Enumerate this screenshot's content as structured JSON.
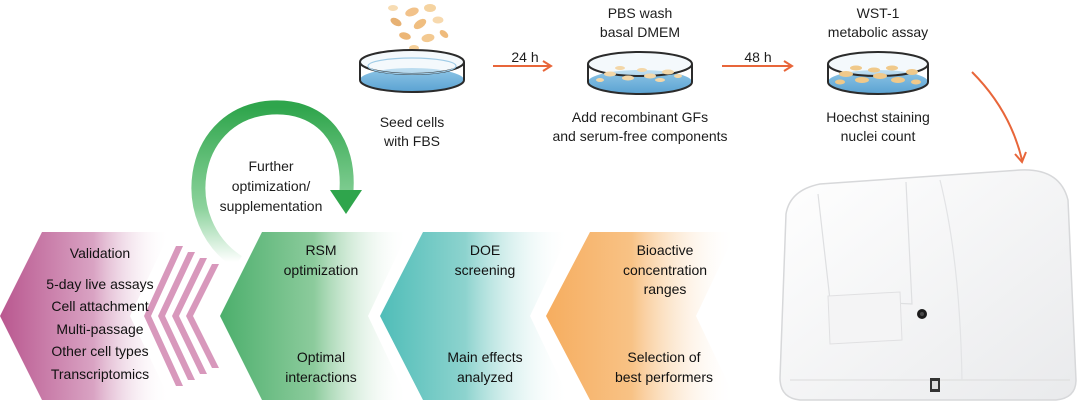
{
  "workflow": {
    "seed": {
      "lines": [
        "Seed cells",
        "with FBS"
      ]
    },
    "arrow1": {
      "label": "24 h"
    },
    "wash": {
      "lines": [
        "PBS wash",
        "basal DMEM"
      ]
    },
    "add": {
      "lines": [
        "Add recombinant GFs",
        "and serum-free components"
      ]
    },
    "arrow2": {
      "label": "48 h"
    },
    "wst": {
      "lines": [
        "WST-1",
        "metabolic assay"
      ]
    },
    "hoechst": {
      "lines": [
        "Hoechst staining",
        "nuclei count"
      ]
    }
  },
  "loop": {
    "lines": [
      "Further",
      "optimization/",
      "supplementation"
    ]
  },
  "steps": {
    "bioactive": {
      "top": [
        "Bioactive",
        "concentration",
        "ranges"
      ],
      "bottom": [
        "Selection of",
        "best performers"
      ]
    },
    "doe": {
      "top": [
        "DOE",
        "screening"
      ],
      "bottom": [
        "Main effects",
        "analyzed"
      ]
    },
    "rsm": {
      "top": [
        "RSM",
        "optimization"
      ],
      "bottom": [
        "Optimal",
        "interactions"
      ]
    },
    "validation": {
      "title": "Validation",
      "items": [
        "5-day live assays",
        "Cell attachment",
        "Multi-passage",
        "Other cell types",
        "Transcriptomics"
      ]
    }
  },
  "colors": {
    "orange_step": "#f7b46a",
    "teal_step": "#5cc3bd",
    "green_step": "#57b57a",
    "magenta_step": "#c06aa0",
    "arrow_orange": "#e8663a",
    "loop_green": "#3fb45a",
    "medium_blue": "#6fb3dc"
  }
}
